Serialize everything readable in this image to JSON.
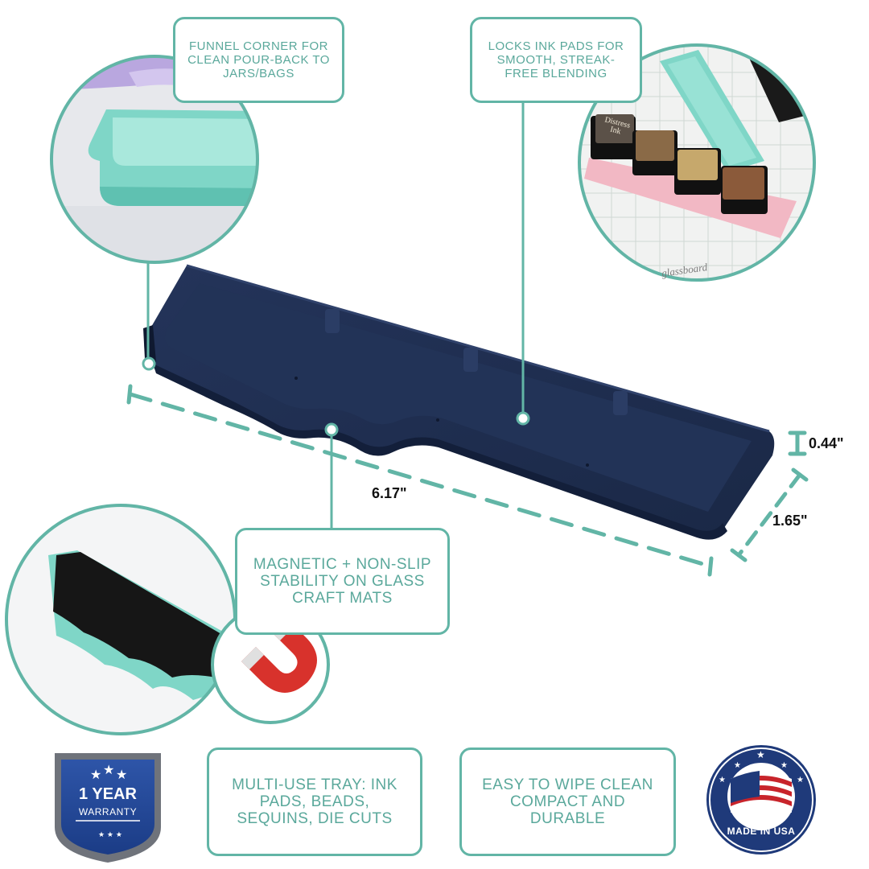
{
  "callouts": {
    "funnel": "FUNNEL CORNER FOR CLEAN POUR-BACK TO JARS/BAGS",
    "locks": "LOCKS INK PADS FOR SMOOTH, STREAK-FREE BLENDING",
    "magnetic": "MAGNETIC + NON-SLIP STABILITY ON GLASS CRAFT MATS",
    "multi_use": "MULTI-USE TRAY: INK PADS, BEADS, SEQUINS, DIE CUTS",
    "easy_clean": "EASY TO WIPE CLEAN COMPACT AND DURABLE"
  },
  "dimensions": {
    "length": "6.17\"",
    "width": "1.65\"",
    "height": "0.44\""
  },
  "badges": {
    "warranty_line1": "1 YEAR",
    "warranty_line2": "WARRANTY",
    "made_in": "MADE IN USA"
  },
  "photo_labels": {
    "ink_brand_line1": "Distress",
    "ink_brand_line2": "Ink",
    "mat_text": "glassboard"
  },
  "colors": {
    "accent": "#62b5a6",
    "tray": "#1e2d4f",
    "mint": "#7fd6c7",
    "magnet_red": "#d8322c"
  }
}
